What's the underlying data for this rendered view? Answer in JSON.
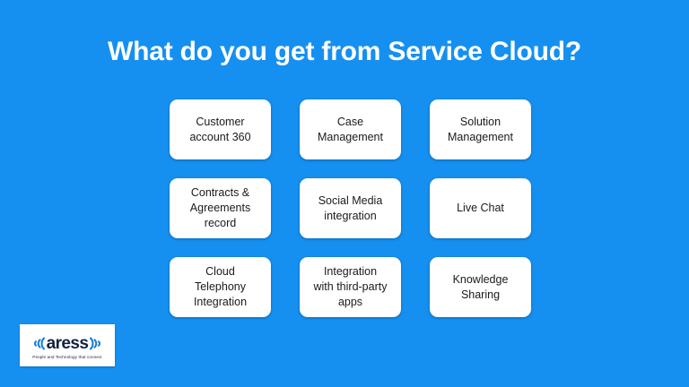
{
  "slide": {
    "background_color": "#1590f0",
    "title": "What do you get from Service Cloud?",
    "title_color": "#ffffff",
    "card_background": "#ffffff",
    "card_text_color": "#1a1a1a"
  },
  "cards": [
    {
      "label": "Customer\naccount 360"
    },
    {
      "label": "Case\nManagement"
    },
    {
      "label": "Solution\nManagement"
    },
    {
      "label": "Contracts &\nAgreements\nrecord"
    },
    {
      "label": "Social Media\nintegration"
    },
    {
      "label": "Live Chat"
    },
    {
      "label": "Cloud\nTelephony\nIntegration"
    },
    {
      "label": "Integration\nwith third-party\napps"
    },
    {
      "label": "Knowledge\nSharing"
    }
  ],
  "logo": {
    "name": "aress",
    "tagline": "People and Technology that connect",
    "word_color": "#13213f",
    "wave_color": "#1b7fd4"
  }
}
